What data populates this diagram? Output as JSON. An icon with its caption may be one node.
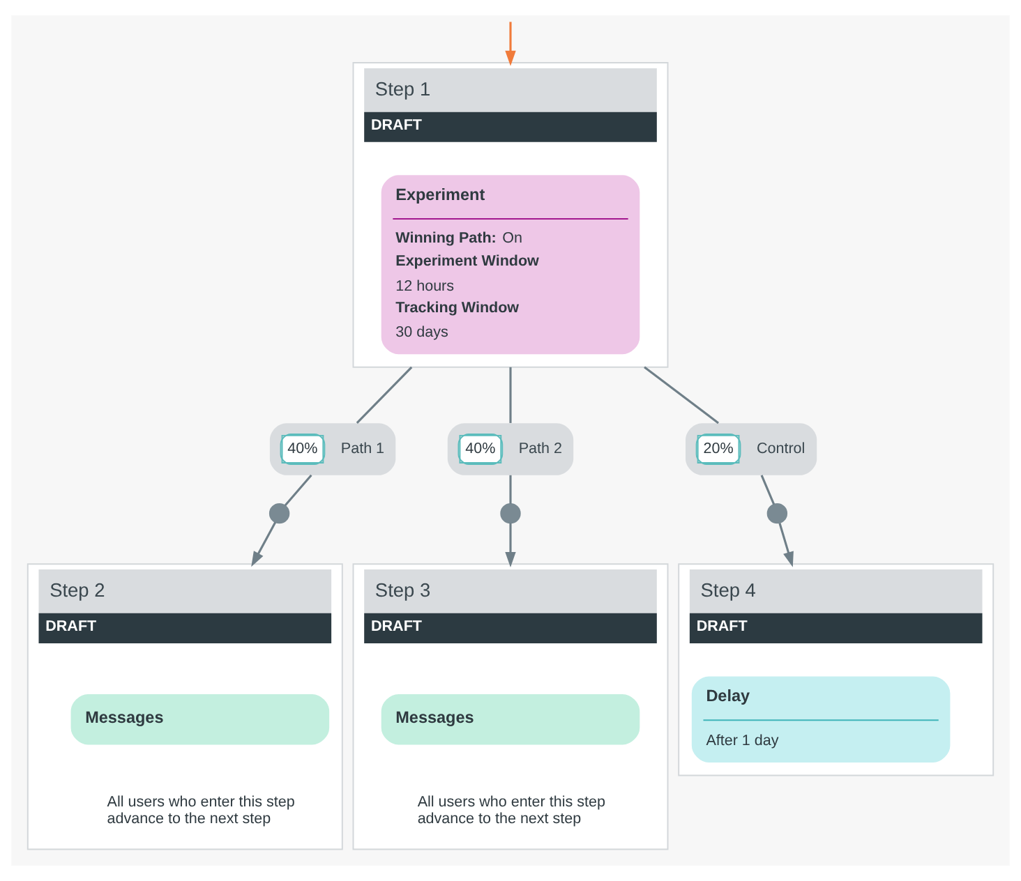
{
  "diagram": {
    "nodes": [
      {
        "text": [
          "Step 1",
          "DRAFT"
        ]
      },
      {
        "text": [
          "Experiment",
          "**Winning Path:** On",
          "Experiment Window",
          "12 hours",
          "Tracking Window",
          "30 days"
        ],
        "in": 0
      },
      {
        "text": [
          "40%",
          "Path 1"
        ]
      },
      {
        "text": [
          "40%",
          "Path 2"
        ]
      },
      {
        "text": [
          "20%",
          "Control"
        ]
      },
      {
        "text": [],
        "shape": "circle"
      },
      {
        "text": [],
        "shape": "circle"
      },
      {
        "text": [],
        "shape": "circle"
      },
      {
        "text": [
          "Step 2",
          "DRAFT",
          "All users who enter this step advance to the next step"
        ]
      },
      {
        "text": [
          "Messages"
        ],
        "in": 8
      },
      {
        "text": [
          "Step 3",
          "DRAFT",
          "All users who enter this step advance to the next step"
        ]
      },
      {
        "text": [
          "Messages"
        ],
        "in": 10
      },
      {
        "text": [
          "Step 4",
          "DRAFT"
        ]
      },
      {
        "text": [
          "Delay",
          "After 1 day"
        ],
        "in": 12
      }
    ],
    "edges": [
      {
        "from": null,
        "to": 0,
        "arrow": "to",
        "color": "#f07b3b"
      },
      {
        "from": 0,
        "to": 2,
        "arrow": "none"
      },
      {
        "from": 0,
        "to": 3,
        "arrow": "none"
      },
      {
        "from": 0,
        "to": 4,
        "arrow": "none"
      },
      {
        "from": 2,
        "to": 5,
        "arrow": "none"
      },
      {
        "from": 3,
        "to": 6,
        "arrow": "none"
      },
      {
        "from": 4,
        "to": 7,
        "arrow": "none"
      },
      {
        "from": 5,
        "to": 8,
        "arrow": "to"
      },
      {
        "from": 6,
        "to": 10,
        "arrow": "to"
      },
      {
        "from": 7,
        "to": 12,
        "arrow": "to"
      }
    ]
  }
}
